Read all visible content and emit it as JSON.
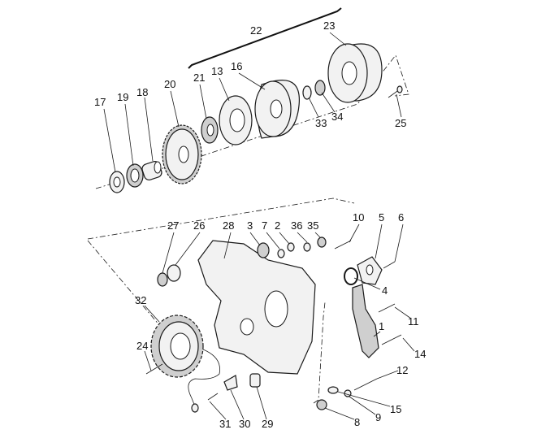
{
  "callouts": [
    {
      "id": "c17",
      "text": "17"
    },
    {
      "id": "c19",
      "text": "19"
    },
    {
      "id": "c18",
      "text": "18"
    },
    {
      "id": "c20",
      "text": "20"
    },
    {
      "id": "c21",
      "text": "21"
    },
    {
      "id": "c13",
      "text": "13"
    },
    {
      "id": "c16",
      "text": "16"
    },
    {
      "id": "c22",
      "text": "22"
    },
    {
      "id": "c23",
      "text": "23"
    },
    {
      "id": "c33",
      "text": "33"
    },
    {
      "id": "c34",
      "text": "34"
    },
    {
      "id": "c25",
      "text": "25"
    },
    {
      "id": "c27",
      "text": "27"
    },
    {
      "id": "c26",
      "text": "26"
    },
    {
      "id": "c28",
      "text": "28"
    },
    {
      "id": "c3",
      "text": "3"
    },
    {
      "id": "c7",
      "text": "7"
    },
    {
      "id": "c2",
      "text": "2"
    },
    {
      "id": "c36",
      "text": "36"
    },
    {
      "id": "c35",
      "text": "35"
    },
    {
      "id": "c10",
      "text": "10"
    },
    {
      "id": "c5",
      "text": "5"
    },
    {
      "id": "c6",
      "text": "6"
    },
    {
      "id": "c4",
      "text": "4"
    },
    {
      "id": "c11",
      "text": "11"
    },
    {
      "id": "c1",
      "text": "1"
    },
    {
      "id": "c14",
      "text": "14"
    },
    {
      "id": "c12",
      "text": "12"
    },
    {
      "id": "c15",
      "text": "15"
    },
    {
      "id": "c9",
      "text": "9"
    },
    {
      "id": "c8",
      "text": "8"
    },
    {
      "id": "c32",
      "text": "32"
    },
    {
      "id": "c24",
      "text": "24"
    },
    {
      "id": "c31",
      "text": "31"
    },
    {
      "id": "c30",
      "text": "30"
    },
    {
      "id": "c29",
      "text": "29"
    }
  ]
}
